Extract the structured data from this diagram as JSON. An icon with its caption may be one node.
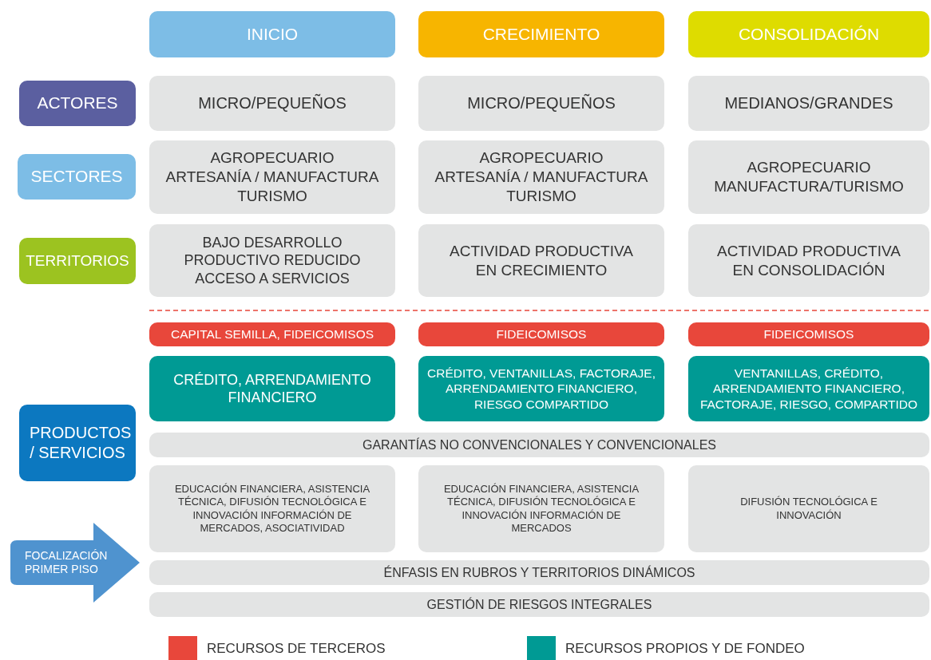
{
  "diagram": {
    "nodes": [
      {
        "text": [
          "INICIO"
        ]
      },
      {
        "text": [
          "CRECIMIENTO"
        ]
      },
      {
        "text": [
          "CONSOLIDACIÓN"
        ]
      },
      {
        "text": [
          "ACTORES"
        ]
      },
      {
        "text": [
          "MICRO/PEQUEÑOS"
        ]
      },
      {
        "text": [
          "MICRO/PEQUEÑOS"
        ]
      },
      {
        "text": [
          "MEDIANOS/GRANDES"
        ]
      },
      {
        "text": [
          "SECTORES"
        ]
      },
      {
        "text": [
          "AGROPECUARIO",
          "ARTESANÍA / MANUFACTURA",
          "TURISMO"
        ]
      },
      {
        "text": [
          "AGROPECUARIO",
          "ARTESANÍA / MANUFACTURA",
          "TURISMO"
        ]
      },
      {
        "text": [
          "AGROPECUARIO",
          "MANUFACTURA/TURISMO"
        ]
      },
      {
        "text": [
          "TERRITORIOS"
        ]
      },
      {
        "text": [
          "BAJO DESARROLLO PRODUCTIVO REDUCIDO ACCESO A SERVICIOS"
        ]
      },
      {
        "text": [
          "ACTIVIDAD PRODUCTIVA EN CRECIMIENTO"
        ]
      },
      {
        "text": [
          "ACTIVIDAD PRODUCTIVA EN CONSOLIDACIÓN"
        ]
      },
      {
        "text": [
          "CAPITAL SEMILLA, FIDEICOMISOS"
        ]
      },
      {
        "text": [
          "FIDEICOMISOS"
        ]
      },
      {
        "text": [
          "FIDEICOMISOS"
        ]
      },
      {
        "text": [
          "PRODUCTOS / SERVICIOS"
        ]
      },
      {
        "text": [
          "CRÉDITO, ARRENDAMIENTO FINANCIERO"
        ]
      },
      {
        "text": [
          "CRÉDITO, VENTANILLAS, FACTORAJE, ARRENDAMIENTO FINANCIERO, RIESGO COMPARTIDO"
        ]
      },
      {
        "text": [
          "VENTANILLAS, CRÉDITO, ARRENDAMIENTO FINANCIERO, FACTORAJE, RIESGO, COMPARTIDO"
        ]
      },
      {
        "text": [
          "GARANTÍAS NO CONVENCIONALES Y CONVENCIONALES"
        ]
      },
      {
        "text": [
          "EDUCACIÓN FINANCIERA, ASISTENCIA TÉCNICA, DIFUSIÓN TECNOLÓGICA E INNOVACIÓN INFORMACIÓN DE MERCADOS, ASOCIATIVIDAD"
        ]
      },
      {
        "text": [
          "EDUCACIÓN FINANCIERA, ASISTENCIA TÉCNICA, DIFUSIÓN TECNOLÓGICA E INNOVACIÓN INFORMACIÓN DE MERCADOS"
        ]
      },
      {
        "text": [
          "DIFUSIÓN TECNOLÓGICA E INNOVACIÓN"
        ]
      },
      {
        "text": [
          "FOCALIZACIÓN PRIMER PISO"
        ]
      },
      {
        "text": [
          "ÉNFASIS EN RUBROS Y TERRITORIOS DINÁMICOS"
        ]
      },
      {
        "text": [
          "GESTIÓN DE RIESGOS INTEGRALES"
        ]
      }
    ],
    "legend": [
      {
        "text": "RECURSOS DE TERCEROS",
        "color": "#e8473b"
      },
      {
        "text": "RECURSOS PROPIOS Y DE FONDEO",
        "color": "#009a94"
      }
    ]
  }
}
